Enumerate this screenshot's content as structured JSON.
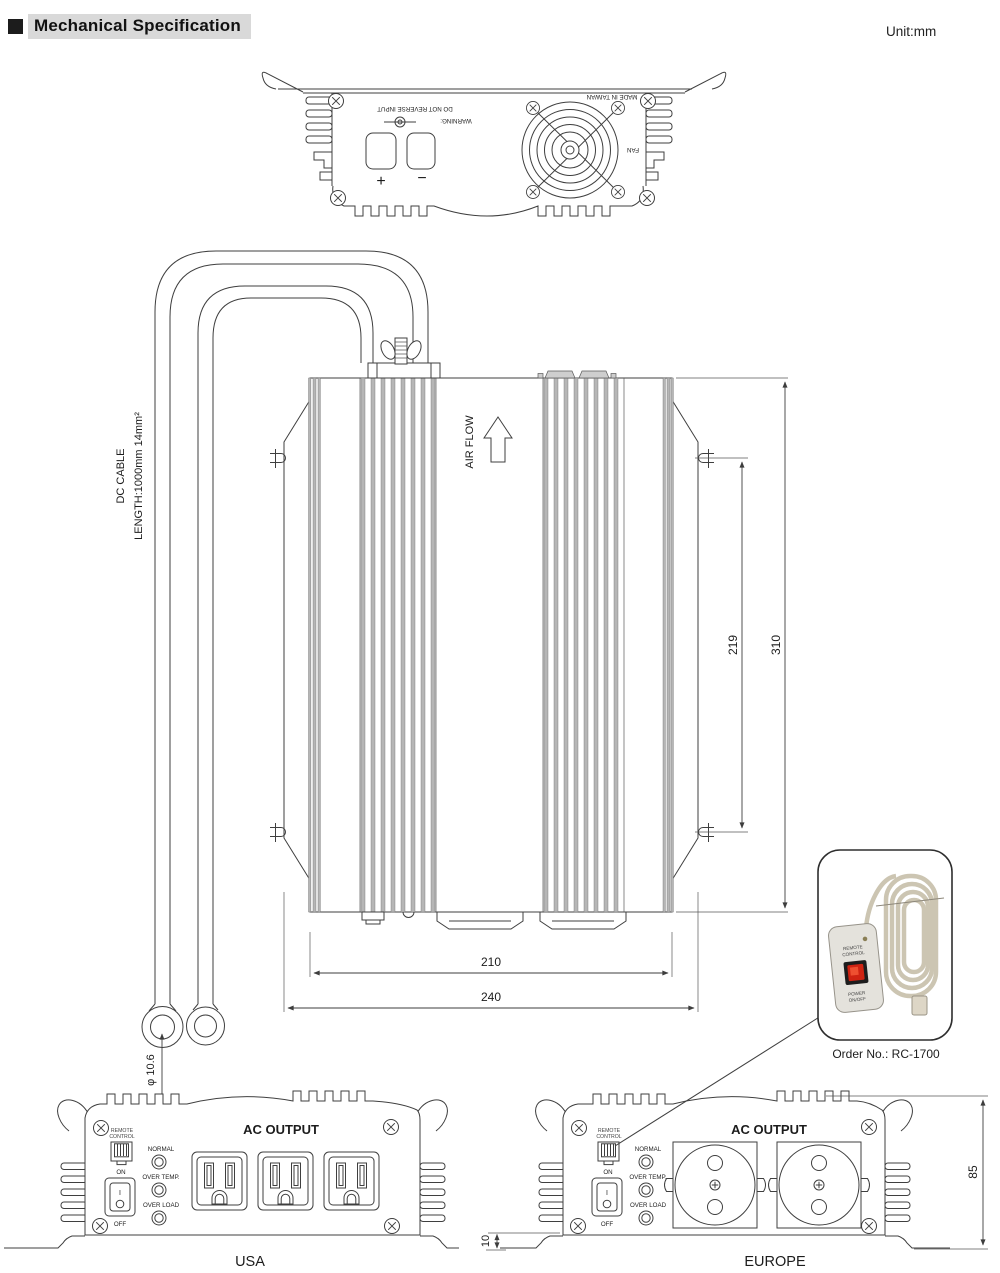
{
  "header": {
    "title": "Mechanical Specification",
    "unit": "Unit:mm"
  },
  "rear": {
    "warning1": "WARNING:",
    "warning2": "DO NOT REVERSE INPUT",
    "made_in": "MADE IN TAIWAN",
    "fan": "FAN",
    "plus": "+",
    "minus": "−"
  },
  "main": {
    "dc1": "DC CABLE",
    "dc2": "LENGTH:1000mm 14mm²",
    "airflow": "AIR FLOW",
    "lug_dia": "φ 10.6"
  },
  "dims": {
    "outer_w": "240",
    "body_w": "210",
    "slot_h": "219",
    "body_h": "310",
    "front_h": "85",
    "foot_h": "10"
  },
  "remote": {
    "l1": "REMOTE",
    "l2": "CONTROL",
    "p1": "POWER",
    "p2": "ON/OFF",
    "order": "Order No.: RC-1700"
  },
  "usa": {
    "caption": "USA",
    "ac": "AC OUTPUT",
    "rc1": "REMOTE",
    "rc2": "CONTROL",
    "on": "ON",
    "off": "OFF",
    "sw": "I",
    "leds": [
      "NORMAL",
      "OVER TEMP.",
      "OVER LOAD"
    ]
  },
  "europe": {
    "caption": "EUROPE",
    "ac": "AC OUTPUT",
    "rc1": "REMOTE",
    "rc2": "CONTROL",
    "on": "ON",
    "off": "OFF",
    "sw": "I",
    "leds": [
      "NORMAL",
      "OVER TEMP.",
      "OVER LOAD"
    ]
  }
}
